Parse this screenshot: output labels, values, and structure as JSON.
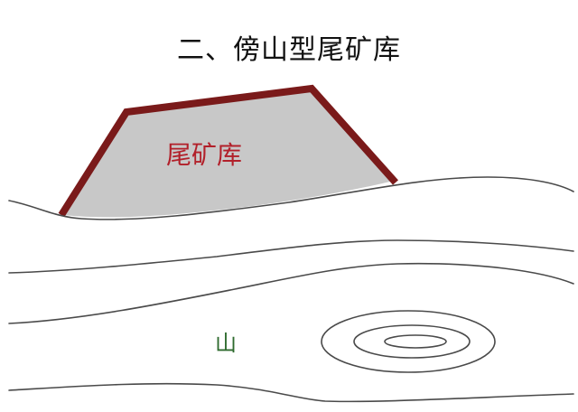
{
  "title": "二、傍山型尾矿库",
  "labels": {
    "tailings_pond": "尾矿库",
    "mountain": "山"
  },
  "colors": {
    "dam_outline": "#7a1a1a",
    "pond_fill": "#c8c8c8",
    "contour_line": "#4a4a4a",
    "tailings_label": "#b2202a",
    "mountain_label": "#2e6b2e",
    "background": "#ffffff"
  }
}
